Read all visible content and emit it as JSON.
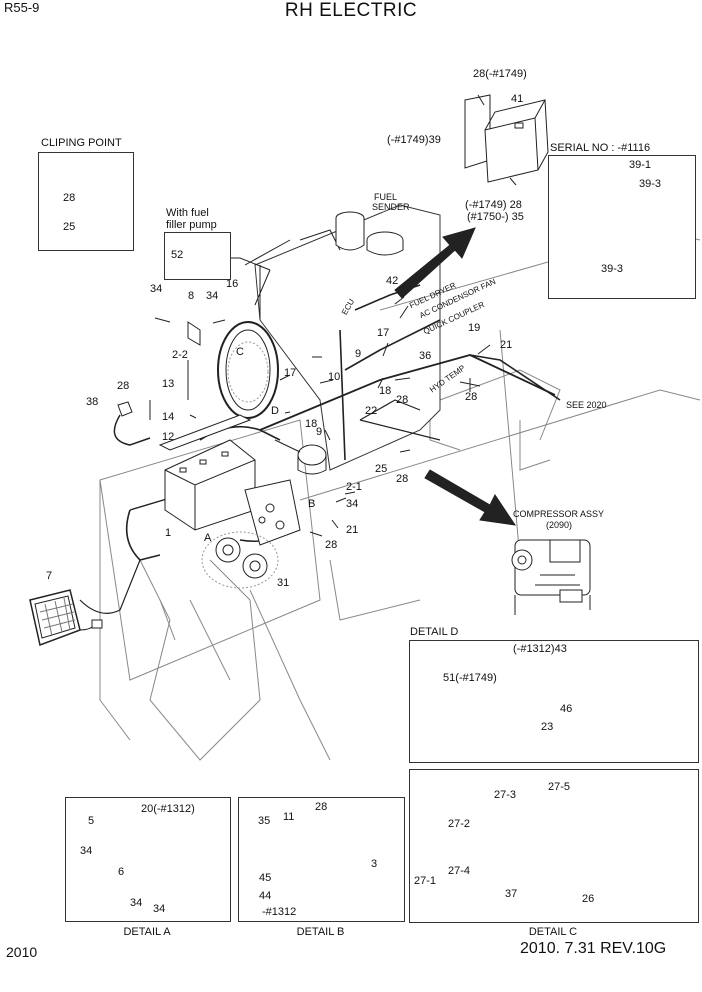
{
  "header": {
    "model": "R55-9",
    "title": "RH ELECTRIC"
  },
  "footer": {
    "page": "2010",
    "date_rev": "2010. 7.31  REV.10G"
  },
  "clip_box": {
    "title": "CLIPING POINT",
    "labels": [
      "28",
      "25"
    ]
  },
  "fuel_pump_box": {
    "title_line1": "With fuel",
    "title_line2": "filler pump",
    "label": "52"
  },
  "serial_box": {
    "title": "SERIAL NO : -#1116",
    "labels": [
      "39-1",
      "39-3",
      "39-3"
    ]
  },
  "top_labels": {
    "l28": "28(-#1749)",
    "l41": "41",
    "l39": "(-#1749)39"
  },
  "fuel_sender": {
    "line1": "FUEL",
    "line2": "SENDER"
  },
  "right_note": {
    "line1": "(-#1749) 28",
    "line2": "(#1750-) 35"
  },
  "connectors": {
    "ecu": "ECU",
    "fuel_dryer": "FUEL DRYER",
    "ac_fan": "AC CONDENSOR FAN",
    "quick": "QUICK COUPLER",
    "hyd": "HYD TEMP"
  },
  "see_ref": "SEE 2020",
  "compressor": {
    "line1": "COMPRESSOR ASSY",
    "line2": "(2090)"
  },
  "main_labels": {
    "l34a": "34",
    "l8": "8",
    "l34b": "34",
    "l16": "16",
    "l22a": "2-2",
    "lC": "C",
    "l13": "13",
    "l28a": "28",
    "l38": "38",
    "l14": "14",
    "l12": "12",
    "l17a": "17",
    "lD": "D",
    "l18a": "18",
    "l9a": "9",
    "l10": "10",
    "l9b": "9",
    "l42": "42",
    "l17b": "17",
    "l36": "36",
    "l19": "19",
    "l21a": "21",
    "l18b": "18",
    "l28b": "28",
    "l28c": "28",
    "l22b": "22",
    "l25": "25",
    "l28d": "28",
    "l21b": "2-1",
    "l34c": "34",
    "lB": "B",
    "l21c": "21",
    "l28e": "28",
    "lA": "A",
    "l31": "31",
    "l1": "1",
    "l7": "7"
  },
  "detail_d": {
    "title": "DETAIL D",
    "labels": [
      "(-#1312)43",
      "51(-#1749)",
      "46",
      "23"
    ]
  },
  "detail_a": {
    "caption": "DETAIL A",
    "labels": [
      "20(-#1312)",
      "5",
      "34",
      "6",
      "34",
      "34"
    ]
  },
  "detail_b": {
    "caption": "DETAIL B",
    "labels": [
      "35",
      "11",
      "28",
      "3",
      "45",
      "44",
      "-#1312"
    ]
  },
  "detail_c": {
    "caption": "DETAIL C",
    "labels": [
      "27-3",
      "27-5",
      "27-2",
      "27-4",
      "27-1",
      "37",
      "26"
    ]
  }
}
